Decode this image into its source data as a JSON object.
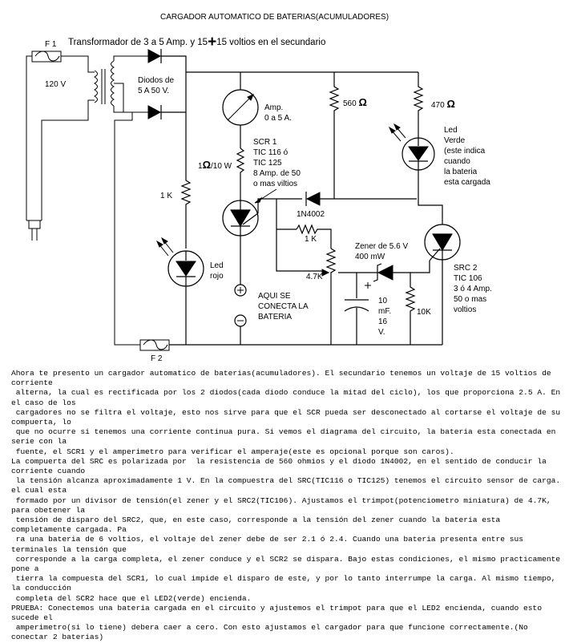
{
  "title": "CARGADOR AUTOMATICO DE BATERIAS(ACUMULADORES)",
  "labels": {
    "f1": "F 1",
    "transformer_prefix": "Transformador de 3 a 5 Amp. y 15",
    "transformer_plus": "+",
    "transformer_suffix": "15 voltios en el secundario",
    "v120": "120 V",
    "diodes_1": "Diodos de",
    "diodes_2": "5 A  50 V.",
    "amp_1": "Amp.",
    "amp_2": "0 a 5 A.",
    "r560": "560",
    "r470": "470",
    "ohm": "Ω",
    "led_green_1": "Led",
    "led_green_2": "Verde",
    "led_green_3": "(este indica",
    "led_green_4": "cuando",
    "led_green_5": "la bateria",
    "led_green_6": "esta cargada",
    "scr1_1": "SCR 1",
    "scr1_2": "TIC 116 ó",
    "scr1_3": "TIC 125",
    "scr1_4": "8 Amp. de 50",
    "scr1_5": "o mas viltios",
    "r1ohm_suffix": "/10 W",
    "r1ohm_prefix": "1",
    "r1k_left": "1 K",
    "d1n4002": "1N4002",
    "r1k_mid": "1 K",
    "zener_1": "Zener de 5.6 V",
    "zener_2": "400 mW",
    "led_red_1": "Led",
    "led_red_2": "rojo",
    "trimpot": "4.7K",
    "cap_1": "10",
    "cap_2": "mF.",
    "cap_3": "16",
    "cap_4": "V.",
    "r10k": "10K",
    "scr2_1": "SRC 2",
    "scr2_2": "TIC 106",
    "scr2_3": "3 ó 4 Amp.",
    "scr2_4": "50 o mas",
    "scr2_5": "voltios",
    "battery_1": "AQUI SE",
    "battery_2": "CONECTA LA",
    "battery_3": "BATERIA",
    "f2": "F 2"
  },
  "description": "Ahora te presento un cargador automatico de baterias(acumuladores). El secundario tenemos un voltaje de 15 voltios de corriente\n alterna, la cual es rectificada por los 2 diodos(cada diodo conduce la mitad del ciclo), los que proporciona 2.5 A. En el caso de los\n cargadores no se filtra el voltaje, esto nos sirve para que el SCR pueda ser desconectado al cortarse el voltaje de su compuerta, lo\n que no ocurre si tenemos una corriente continua pura. Si vemos el diagrama del circuito, la bateria esta conectada en serie con la\n fuente, el SCR1 y el amperimetro para verificar el amperaje(este es opcional porque son caros).\nLa compuerta del SRC es polarizada por  la resistencia de 560 ohmios y el diodo 1N4002, en el sentido de conducir la corriente cuando\n la tensión alcanza aproximadamente 1 V. En la compuestra del SRC(TIC116 o TIC125) tenemos el circuito sensor de carga. el cual esta\n formado por un divisor de tensión(el zener y el SRC2(TIC106). Ajustamos el trimpot(potenciometro miniatura) de 4.7K, para obetener la\n tensión de disparo del SRC2, que, en este caso, corresponde a la tensión del zener cuando la bateria esta completamente cargada. Pa\n ra una bateria de 6 voltios, el voltaje del zener debe de ser 2.1 ó 2.4. Cuando una bateria presenta entre sus terminales la tensión que\n corresponde a la carga completa, el zener conduce y el SCR2 se dispara. Bajo estas condiciones, el mismo practicamente pone a\n tierra la compuesta del SCR1, lo cual impide el disparo de este, y por lo tanto interrumpe la carga. Al mismo tiempo, la conducción\n completa del SCR2 hace que el LED2(verde) encienda.\nPRUEBA: Conectemos una bateria cargada en el circuito y ajustemos el trimpot para que el LED2 encienda, cuando esto sucede el\n amperimetro(si lo tiene) debera caer a cero. Con esto ajustamos el cargador para que funcione correctamente.(No conectar 2 baterias)"
}
